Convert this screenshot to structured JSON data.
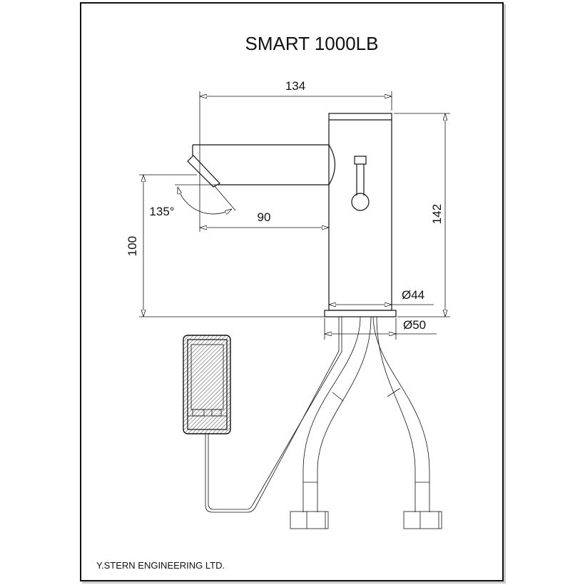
{
  "title": "SMART 1000LB",
  "dimensions": {
    "overall_length": "134",
    "spout_reach": "90",
    "spout_angle": "135°",
    "spout_height": "100",
    "overall_height": "142",
    "body_diameter": "Ø44",
    "base_diameter": "Ø50"
  },
  "footer": {
    "company": "Y.STERN ENGINEERING LTD."
  }
}
